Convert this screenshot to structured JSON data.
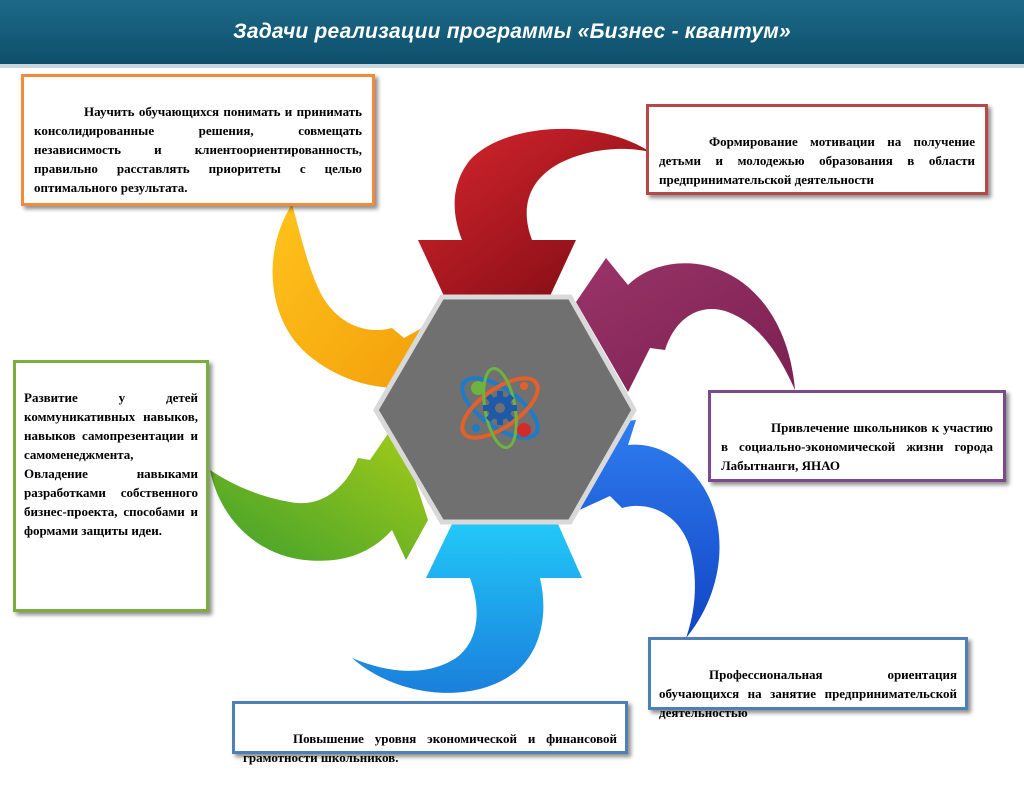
{
  "header": {
    "title": "Задачи реализации программы «Бизнес - квантум»"
  },
  "colors": {
    "header_bg": "#0d4f6c",
    "hexagon": "#707070",
    "arrow_red": "#a8101c",
    "arrow_purple": "#8e2d5e",
    "arrow_blue": "#1a5fe0",
    "arrow_cyan": "#1ab0ee",
    "arrow_green": "#6fb51e",
    "arrow_yellow": "#f6b20a"
  },
  "center": {
    "logo_icon": "gear-atom-icon"
  },
  "tasks": {
    "top_left": "Научить обучающихся понимать и принимать консолидированные решения, совмещать независимость и клиентоориентированность, правильно расставлять приоритеты с целью оптимального результата.",
    "top_right": "Формирование мотивации на получение детьми и молодежью образования в области предпринимательской деятельности",
    "middle_right": "Привлечение школьников к участию в социально-экономической жизни города Лабытнанги, ЯНАО",
    "middle_left": "Развитие у детей коммуникативных навыков, навыков самопрезентации и самоменеджмента, Овладение навыками разработками собственного бизнес-проекта, способами и формами защиты идеи.",
    "bottom_right": "Профессиональная ориентация обучающихся на занятие предпринимательской деятельностью",
    "bottom_middle": "Повышение уровня экономической и финансовой грамотности школьников."
  }
}
